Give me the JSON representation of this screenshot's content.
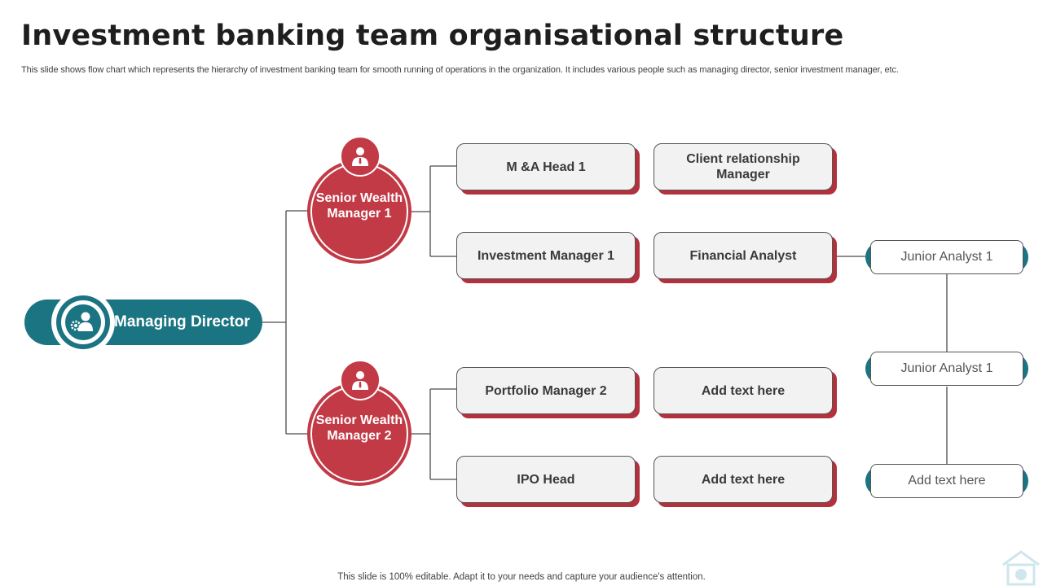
{
  "header": {
    "title": "Investment banking team organisational structure",
    "subtitle": "This slide shows flow chart which represents the hierarchy of investment banking team for smooth running of operations in the organization. It includes various people such as managing director, senior investment manager, etc."
  },
  "org": {
    "managing_director": "Managing Director",
    "senior_managers": [
      {
        "label": "Senior Wealth Manager 1",
        "reports": [
          [
            "M &A Head 1",
            "Client relationship Manager"
          ],
          [
            "Investment Manager 1",
            "Financial Analyst"
          ]
        ]
      },
      {
        "label": "Senior Wealth Manager 2",
        "reports": [
          [
            "Portfolio Manager 2",
            "Add text here"
          ],
          [
            "IPO Head",
            "Add text here"
          ]
        ]
      }
    ],
    "analysts": [
      "Junior Analyst  1",
      "Junior Analyst  1",
      "Add text here"
    ]
  },
  "footer": {
    "note": "This slide is 100% editable. Adapt it to your needs and capture your audience's attention."
  },
  "colors": {
    "teal": "#1b7482",
    "red": "#c23a46",
    "box_fill": "#f2f2f2",
    "shadow": "#b3303d"
  },
  "icons": [
    "user-gear-icon",
    "user-icon",
    "home-logo-icon"
  ]
}
